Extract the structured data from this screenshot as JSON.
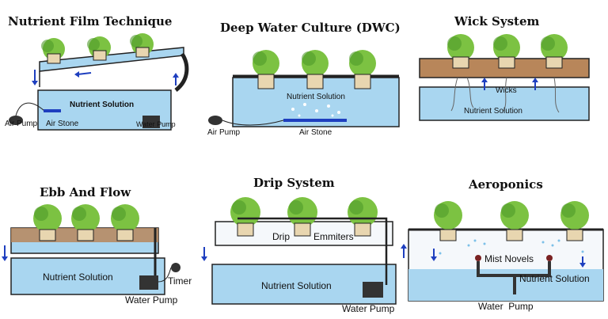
{
  "panels": {
    "nft": {
      "title": "Nutrient Film Technique",
      "solution": "Nutrient Solution",
      "air_pump": "Air Pump",
      "air_stone": "Air Stone",
      "water_pump": "Water Pump"
    },
    "dwc": {
      "title": "Deep Water Culture (DWC)",
      "solution": "Nutrient Solution",
      "air_pump": "Air Pump",
      "air_stone": "Air Stone"
    },
    "wick": {
      "title": "Wick System",
      "wicks": "Wicks",
      "solution": "Nutrient Solution"
    },
    "ebb": {
      "title": "Ebb And Flow",
      "solution": "Nutrient Solution",
      "timer": "Timer",
      "water_pump": "Water Pump"
    },
    "drip": {
      "title": "Drip System",
      "drip": "Drip",
      "emitters": "Emmiters",
      "solution": "Nutrient Solution",
      "water_pump": "Water Pump"
    },
    "aero": {
      "title": "Aeroponics",
      "mist": "Mist Novels",
      "solution": "Nutrient Solution",
      "water_pump": "Water  Pump"
    }
  },
  "colors": {
    "water": "#a9d6f0",
    "water_dark": "#7cc0e8",
    "lettuce": "#7cc242",
    "lettuce_dark": "#4f9a2a",
    "pot": "#e8d6b0",
    "media": "#b8865a",
    "arrow": "#1e3fbf"
  }
}
